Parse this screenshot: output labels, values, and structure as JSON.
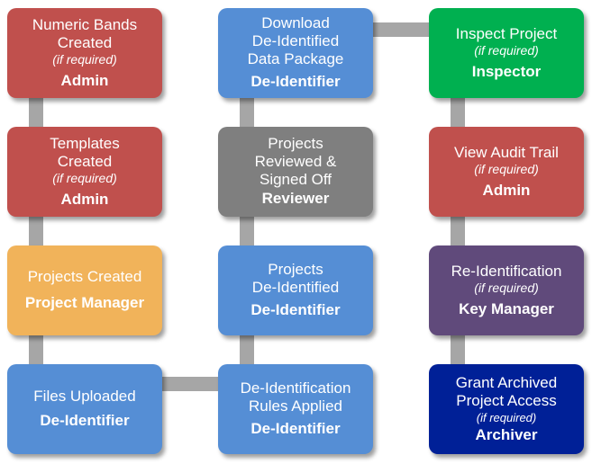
{
  "colors": {
    "admin_red": "#c0504d",
    "project_manager_orange": "#f1b35a",
    "deidentifier_blue": "#558ed5",
    "reviewer_gray": "#7f7f7f",
    "inspector_green": "#00b050",
    "key_manager_purple": "#604a7b",
    "archiver_navy": "#002097",
    "connector_gray": "#a6a6a6"
  },
  "steps": {
    "numeric_bands": {
      "title": "Numeric Bands\nCreated",
      "note": "(if required)",
      "role": "Admin"
    },
    "templates": {
      "title": "Templates\nCreated",
      "note": "(if required)",
      "role": "Admin"
    },
    "projects_created": {
      "title": "Projects Created",
      "role": "Project Manager"
    },
    "files_uploaded": {
      "title": "Files Uploaded",
      "role": "De-Identifier"
    },
    "rules_applied": {
      "title": "De-Identification\nRules Applied",
      "role": "De-Identifier"
    },
    "projects_deidentified": {
      "title": "Projects\nDe-Identified",
      "role": "De-Identifier"
    },
    "projects_reviewed": {
      "title": "Projects\nReviewed &\nSigned Off",
      "role": "Reviewer"
    },
    "download_package": {
      "title": "Download\nDe-Identified\nData Package",
      "role": "De-Identifier"
    },
    "inspect_project": {
      "title": "Inspect Project",
      "note": "(if required)",
      "role": "Inspector"
    },
    "view_audit_trail": {
      "title": "View Audit Trail",
      "note": "(if required)",
      "role": "Admin"
    },
    "reidentification": {
      "title": "Re-Identification",
      "note": "(if required)",
      "role": "Key Manager"
    },
    "grant_archived": {
      "title": "Grant Archived\nProject Access",
      "note": "(if required)",
      "role": "Archiver"
    }
  }
}
